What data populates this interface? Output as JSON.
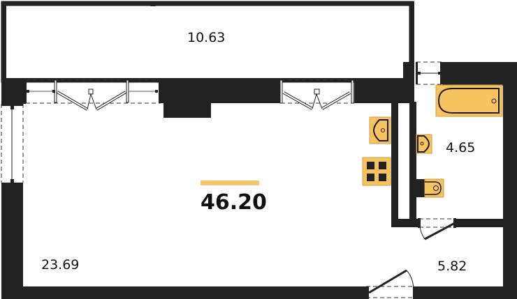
{
  "plan": {
    "total_area": "46.20",
    "colors": {
      "wall": "#222222",
      "fixture": "#F7C35F",
      "fixture_outline": "#1a1a1a",
      "accent_bar": "#F5C669",
      "background": "#ffffff"
    },
    "rooms": [
      {
        "name": "balcony",
        "area": "10.63"
      },
      {
        "name": "living-room",
        "area": "23.69"
      },
      {
        "name": "bathroom",
        "area": "4.65"
      },
      {
        "name": "hallway",
        "area": "5.82"
      }
    ],
    "fixtures": [
      {
        "name": "bathtub"
      },
      {
        "name": "bathroom-sink"
      },
      {
        "name": "toilet"
      },
      {
        "name": "kitchen-sink"
      },
      {
        "name": "stove"
      }
    ]
  }
}
